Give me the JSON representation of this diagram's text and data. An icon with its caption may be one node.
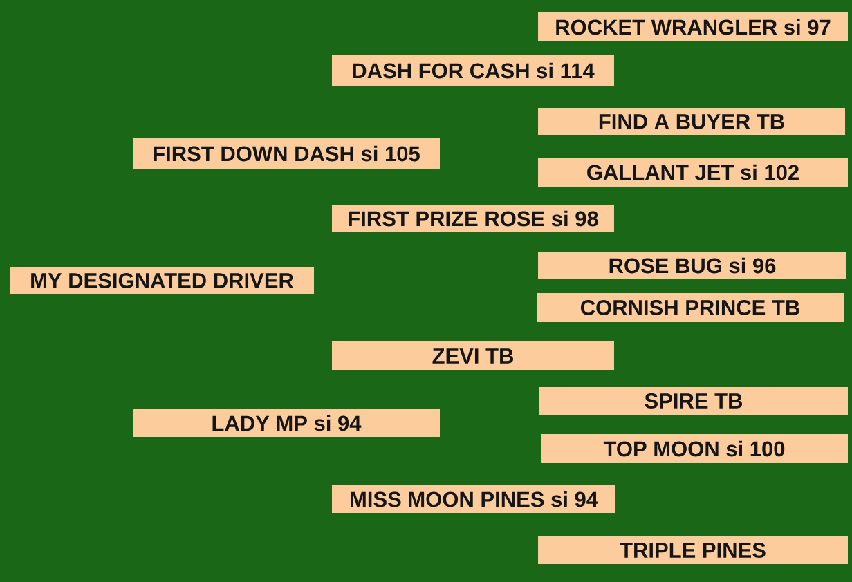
{
  "diagram": {
    "nodes": [
      {
        "text": [
          "ROCKET WRANGLER si 97"
        ]
      },
      {
        "text": [
          "DASH FOR CASH si 114"
        ]
      },
      {
        "text": [
          "FIND A BUYER TB"
        ]
      },
      {
        "text": [
          "FIRST DOWN DASH si 105"
        ]
      },
      {
        "text": [
          "GALLANT JET si 102"
        ]
      },
      {
        "text": [
          "FIRST PRIZE ROSE si 98"
        ]
      },
      {
        "text": [
          "ROSE BUG si 96"
        ]
      },
      {
        "text": [
          "MY DESIGNATED DRIVER"
        ]
      },
      {
        "text": [
          "CORNISH PRINCE TB"
        ]
      },
      {
        "text": [
          "ZEVI TB"
        ]
      },
      {
        "text": [
          "SPIRE TB"
        ]
      },
      {
        "text": [
          "LADY MP si 94"
        ]
      },
      {
        "text": [
          "TOP MOON si 100"
        ]
      },
      {
        "text": [
          "MISS MOON PINES si 94"
        ]
      },
      {
        "text": [
          "TRIPLE PINES"
        ]
      }
    ]
  }
}
